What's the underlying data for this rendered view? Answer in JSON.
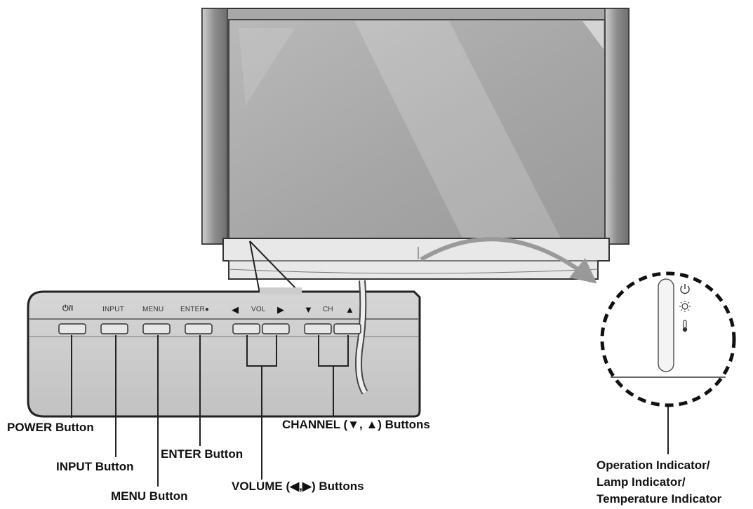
{
  "panel": {
    "power_label": "⏻/I",
    "input_label": "INPUT",
    "menu_label": "MENU",
    "enter_label": "ENTER●",
    "vol_left": "◀",
    "vol_label": "VOL",
    "vol_right": "▶",
    "ch_down": "▼",
    "ch_label": "CH",
    "ch_up": "▲"
  },
  "callouts": {
    "power": "POWER Button",
    "input": "INPUT Button",
    "menu": "MENU Button",
    "enter": "ENTER Button",
    "volume": "VOLUME (◀,▶) Buttons",
    "channel": "CHANNEL (▼, ▲) Buttons"
  },
  "indicator": {
    "line1": "Operation Indicator/",
    "line2": "Lamp Indicator/",
    "line3": "Temperature Indicator"
  },
  "icons": [
    "power-icon",
    "lamp-icon",
    "temperature-icon"
  ]
}
